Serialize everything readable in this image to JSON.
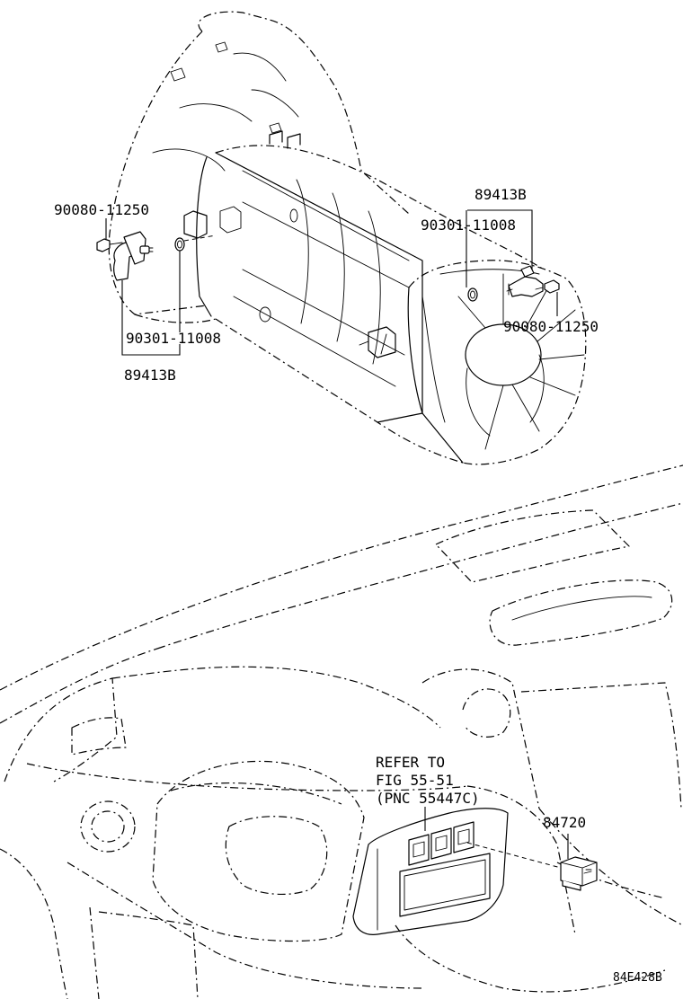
{
  "labels": {
    "upper_left_bolt": "90080-11250",
    "upper_left_oring": "90301-11008",
    "upper_left_sensor": "89413B",
    "upper_right_sensor": "89413B",
    "upper_right_oring": "90301-11008",
    "upper_right_bolt": "90080-11250",
    "refer_line1": "REFER TO",
    "refer_line2": "FIG 55-51",
    "refer_line3": "(PNC 55447C)",
    "switch_part": "84720",
    "figure_code": "84E428B"
  }
}
